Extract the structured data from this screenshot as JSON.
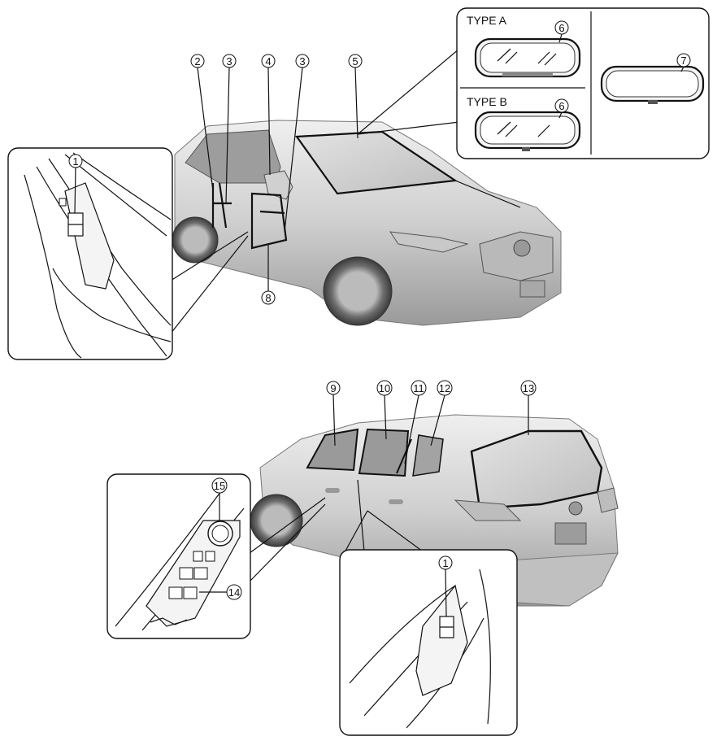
{
  "labels": {
    "type_a": "TYPE A",
    "type_b": "TYPE B"
  },
  "callouts": {
    "c1_front": "1",
    "c2": "2",
    "c3_a": "3",
    "c4": "4",
    "c3_b": "3",
    "c5": "5",
    "c6_a": "6",
    "c6_b": "6",
    "c7": "7",
    "c8": "8",
    "c9": "9",
    "c10": "10",
    "c11": "11",
    "c12": "12",
    "c13": "13",
    "c14": "14",
    "c15": "15",
    "c1_rear": "1"
  },
  "colors": {
    "ink": "#111111",
    "body_light": "#e6e6e6",
    "body_mid": "#c4c4c4",
    "body_dark": "#8f8f8f",
    "glass": "#d7d7d7"
  }
}
